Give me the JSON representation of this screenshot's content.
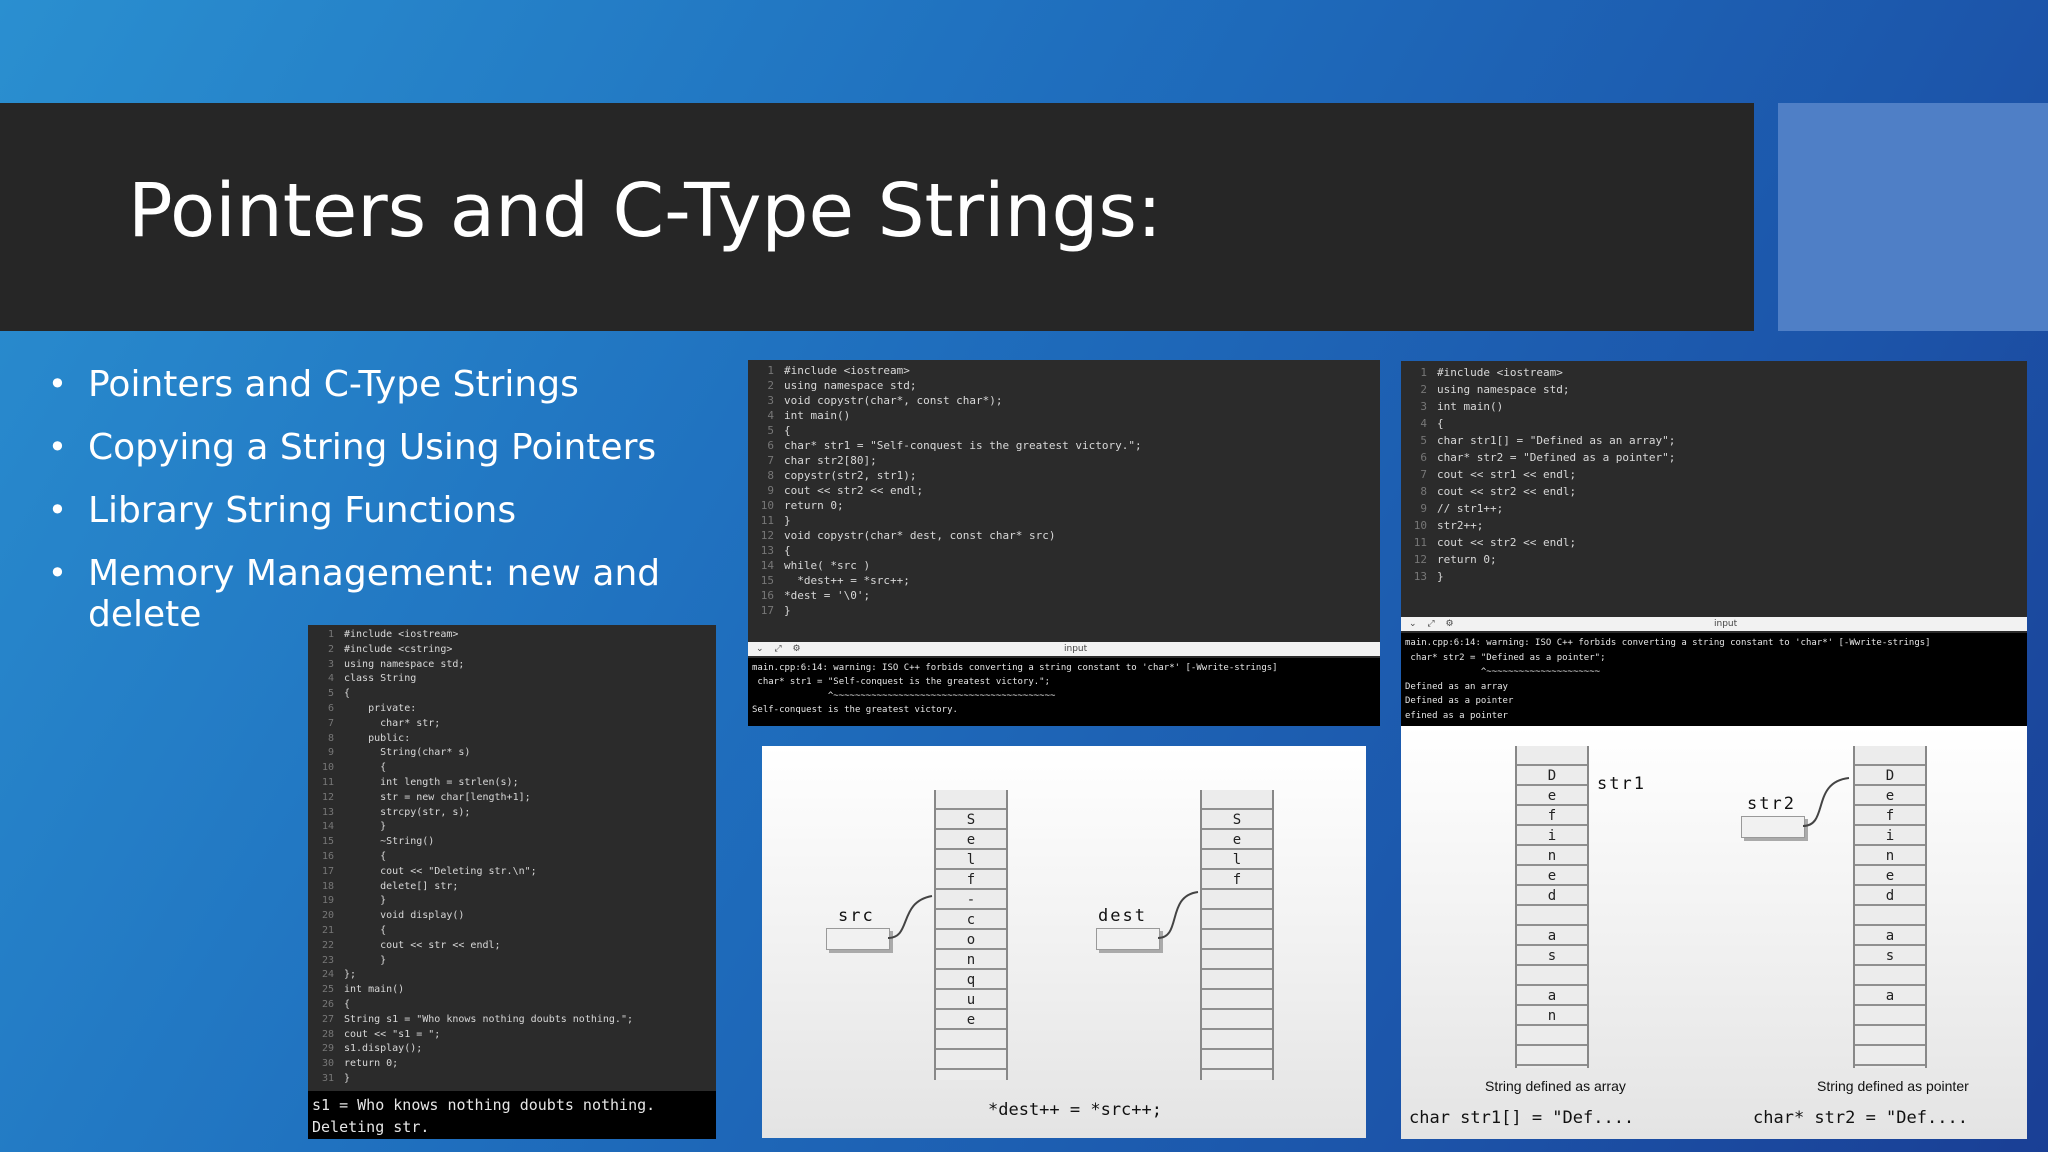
{
  "slide": {
    "title": "Pointers and C-Type Strings:",
    "bullets": [
      "Pointers and C-Type Strings",
      "Copying a String Using Pointers",
      "Library String Functions",
      "Memory Management: new and delete"
    ]
  },
  "code_copy": {
    "lines": [
      "#include <iostream>",
      "using namespace std;",
      "void copystr(char*, const char*);",
      "int main()",
      "{",
      "char* str1 = \"Self-conquest is the greatest victory.\";",
      "char str2[80];",
      "copystr(str2, str1);",
      "cout << str2 << endl;",
      "return 0;",
      "}",
      "void copystr(char* dest, const char* src)",
      "{",
      "while( *src )",
      "  *dest++ = *src++;",
      "*dest = '\\0';",
      "}"
    ],
    "input_label": "input",
    "output": [
      "main.cpp:6:14: warning: ISO C++ forbids converting a string constant to 'char*' [-Wwrite-strings]",
      " char* str1 = \"Self-conquest is the greatest victory.\";",
      "              ^~~~~~~~~~~~~~~~~~~~~~~~~~~~~~~~~~~~~~~~~~",
      "Self-conquest is the greatest victory."
    ]
  },
  "code_array": {
    "lines": [
      "#include <iostream>",
      "using namespace std;",
      "int main()",
      "{",
      "char str1[] = \"Defined as an array\";",
      "char* str2 = \"Defined as a pointer\";",
      "cout << str1 << endl;",
      "cout << str2 << endl;",
      "// str1++;",
      "str2++;",
      "cout << str2 << endl;",
      "return 0;",
      "}"
    ],
    "input_label": "input",
    "output": [
      "main.cpp:6:14: warning: ISO C++ forbids converting a string constant to 'char*' [-Wwrite-strings]",
      " char* str2 = \"Defined as a pointer\";",
      "              ^~~~~~~~~~~~~~~~~~~~~~",
      "Defined as an array",
      "Defined as a pointer",
      "efined as a pointer"
    ]
  },
  "code_class": {
    "lines": [
      "#include <iostream>",
      "#include <cstring>",
      "using namespace std;",
      "class String",
      "{",
      "    private:",
      "      char* str;",
      "    public:",
      "      String(char* s)",
      "      {",
      "      int length = strlen(s);",
      "      str = new char[length+1];",
      "      strcpy(str, s);",
      "      }",
      "      ~String()",
      "      {",
      "      cout << \"Deleting str.\\n\";",
      "      delete[] str;",
      "      }",
      "      void display()",
      "      {",
      "      cout << str << endl;",
      "      }",
      "};",
      "int main()",
      "{",
      "String s1 = \"Who knows nothing doubts nothing.\";",
      "cout << \"s1 = \";",
      "s1.display();",
      "return 0;",
      "}"
    ],
    "output": [
      "s1 = Who knows nothing doubts nothing.",
      "Deleting str."
    ]
  },
  "diagram_copy": {
    "src_label": "src",
    "dest_label": "dest",
    "src_chars": [
      "S",
      "e",
      "l",
      "f",
      "-",
      "c",
      "o",
      "n",
      "q",
      "u",
      "e"
    ],
    "dest_chars": [
      "S",
      "e",
      "l",
      "f"
    ],
    "expression": "*dest++ = *src++;"
  },
  "diagram_array_pointer": {
    "str1_label": "str1",
    "str2_label": "str2",
    "left_chars": [
      "D",
      "e",
      "f",
      "i",
      "n",
      "e",
      "d",
      "",
      "a",
      "s",
      "",
      "a",
      "n"
    ],
    "right_chars": [
      "D",
      "e",
      "f",
      "i",
      "n",
      "e",
      "d",
      "",
      "a",
      "s",
      "",
      "a"
    ],
    "left_caption": "String defined as array",
    "right_caption": "String defined as pointer",
    "left_expr": "char str1[] = \"Def....",
    "right_expr": "char* str2 = \"Def...."
  }
}
